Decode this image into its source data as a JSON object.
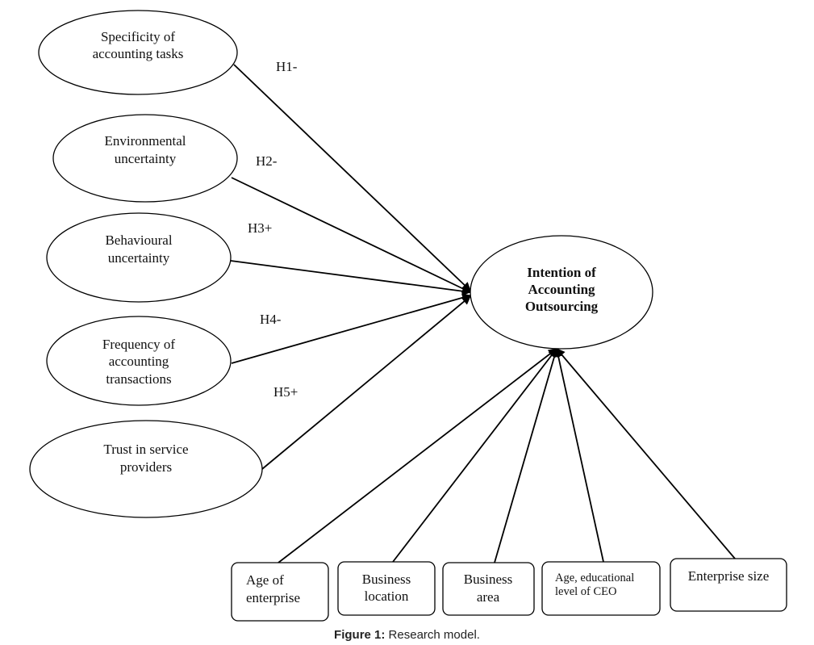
{
  "diagram": {
    "factors": [
      {
        "id": "specificity",
        "lines": [
          "Specificity of",
          "accounting tasks"
        ],
        "hypothesis": "H1-"
      },
      {
        "id": "environmental",
        "lines": [
          "Environmental",
          "uncertainty"
        ],
        "hypothesis": "H2-"
      },
      {
        "id": "behavioural",
        "lines": [
          "Behavioural",
          "uncertainty"
        ],
        "hypothesis": "H3+"
      },
      {
        "id": "frequency",
        "lines": [
          "Frequency of",
          "accounting",
          "transactions"
        ],
        "hypothesis": "H4-"
      },
      {
        "id": "trust",
        "lines": [
          "Trust in service",
          "providers"
        ],
        "hypothesis": "H5+"
      }
    ],
    "outcome": {
      "lines": [
        "Intention of",
        "Accounting",
        "Outsourcing"
      ]
    },
    "controls": [
      {
        "id": "age-enterprise",
        "lines": [
          "Age of",
          "enterprise"
        ]
      },
      {
        "id": "business-location",
        "lines": [
          "Business",
          "location"
        ]
      },
      {
        "id": "business-area",
        "lines": [
          "Business",
          "area"
        ]
      },
      {
        "id": "ceo",
        "lines": [
          "Age, educational",
          "level of CEO"
        ]
      },
      {
        "id": "enterprise-size",
        "lines": [
          "Enterprise size"
        ]
      }
    ]
  },
  "caption": {
    "prefix": "Figure 1:",
    "text": " Research model."
  }
}
